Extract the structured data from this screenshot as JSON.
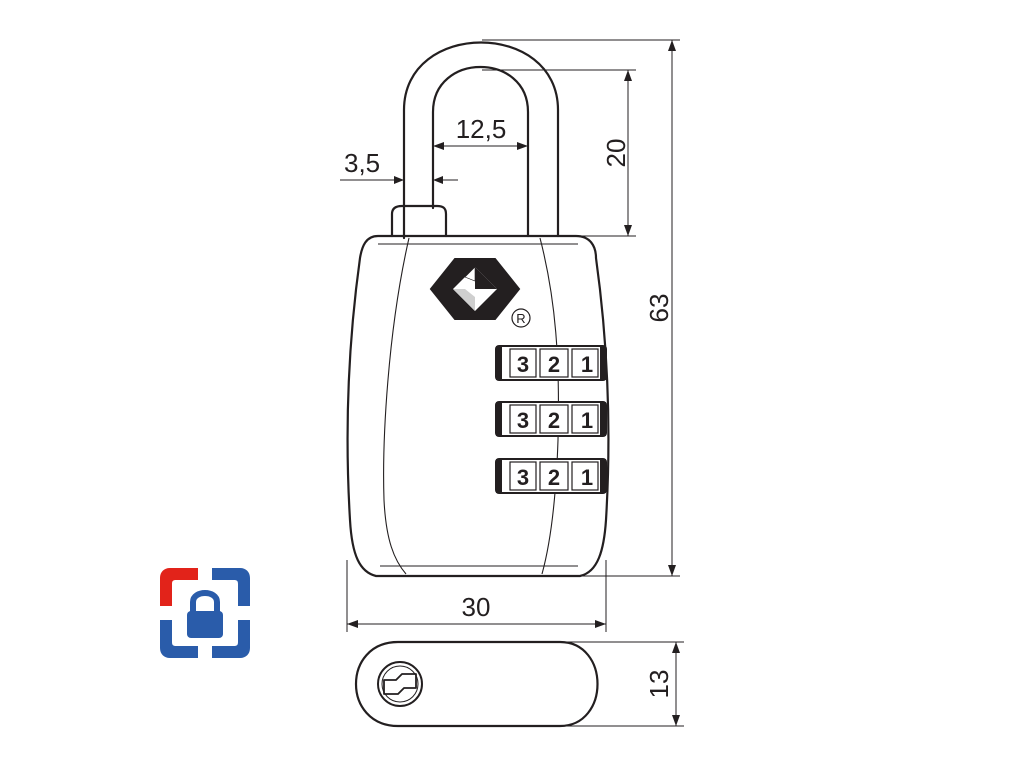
{
  "dimensions": {
    "shackle_thickness": "3,5",
    "shackle_inner_width": "12,5",
    "shackle_clearance": "20",
    "total_height": "63",
    "body_width": "30",
    "body_depth": "13"
  },
  "combination_wheels": [
    {
      "digits": [
        "3",
        "2",
        "1"
      ]
    },
    {
      "digits": [
        "3",
        "2",
        "1"
      ]
    },
    {
      "digits": [
        "3",
        "2",
        "1"
      ]
    }
  ],
  "registered_mark": "R",
  "colors": {
    "line": "#231f20",
    "logo_red": "#e2231a",
    "logo_blue": "#2a5caa"
  },
  "icons": {
    "tsa_logo": "tsa-diamond-icon",
    "brand_logo": "padlock-icon",
    "keyhole": "tsa-keyhole-icon"
  }
}
